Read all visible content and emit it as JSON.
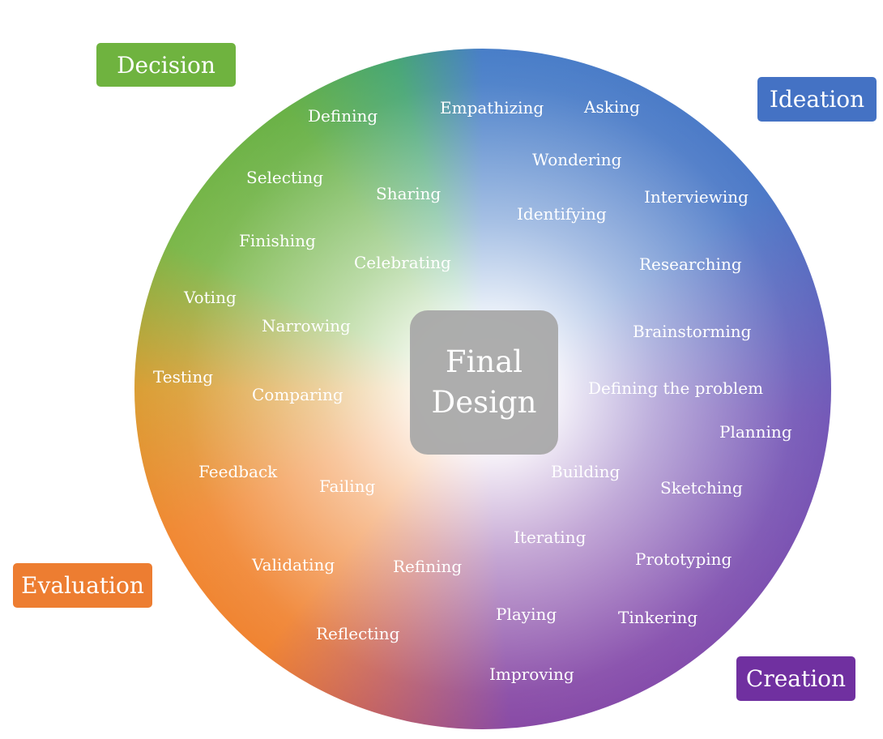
{
  "phases": {
    "decision": {
      "label": "Decision",
      "color": "#6fb33f"
    },
    "ideation": {
      "label": "Ideation",
      "color": "#4472c4"
    },
    "evaluation": {
      "label": "Evaluation",
      "color": "#ed7d31"
    },
    "creation": {
      "label": "Creation",
      "color": "#7030a0"
    }
  },
  "center": {
    "line1": "Final",
    "line2": "Design"
  },
  "words": [
    "Defining",
    "Empathizing",
    "Asking",
    "Wondering",
    "Selecting",
    "Sharing",
    "Interviewing",
    "Identifying",
    "Finishing",
    "Celebrating",
    "Researching",
    "Voting",
    "Narrowing",
    "Brainstorming",
    "Testing",
    "Comparing",
    "Defining the problem",
    "Planning",
    "Feedback",
    "Failing",
    "Building",
    "Sketching",
    "Iterating",
    "Validating",
    "Refining",
    "Prototyping",
    "Playing",
    "Tinkering",
    "Reflecting",
    "Improving"
  ]
}
